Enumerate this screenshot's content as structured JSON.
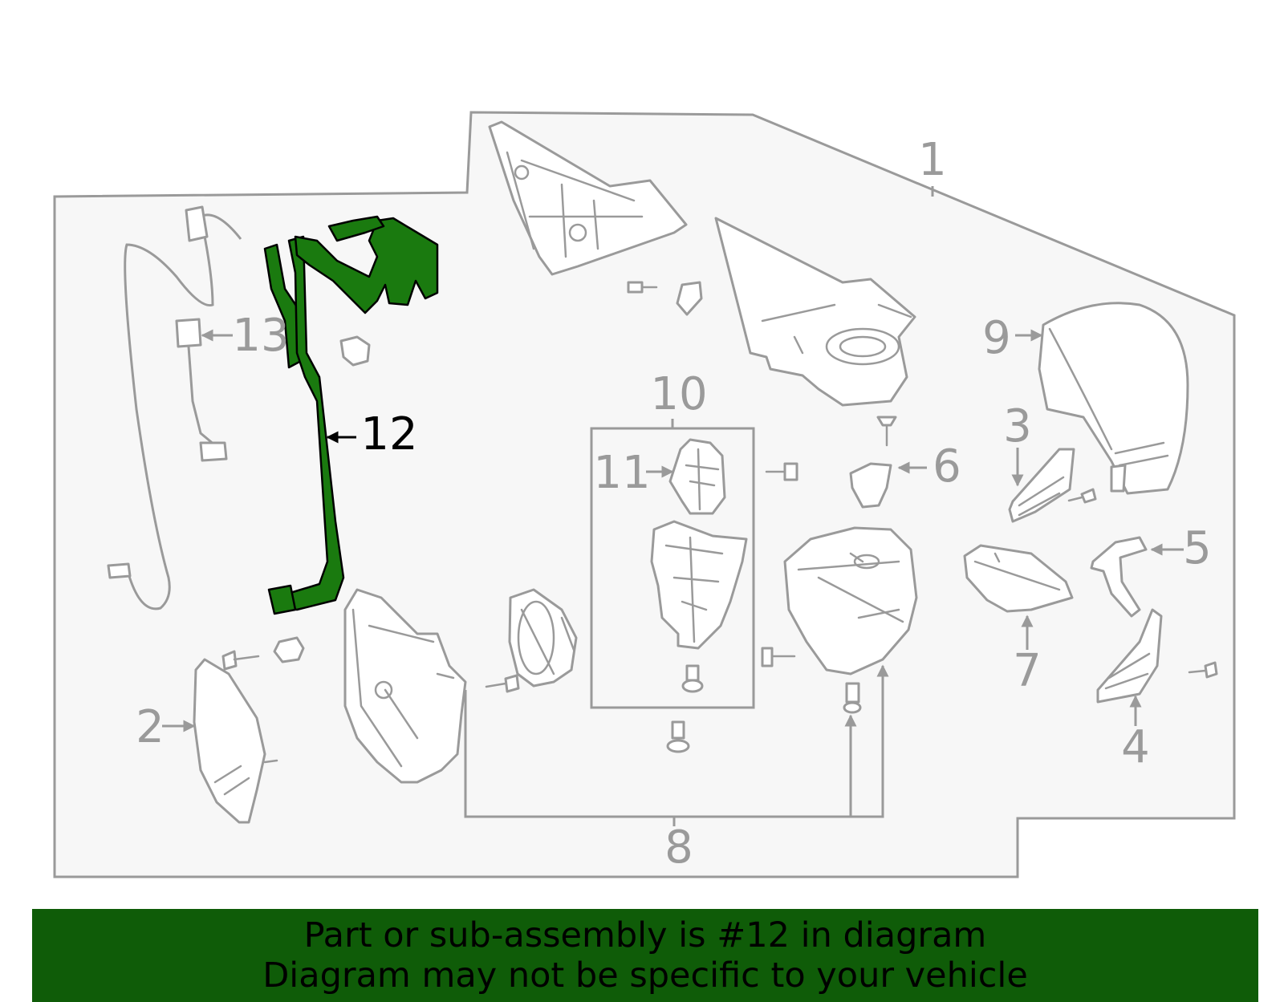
{
  "callouts": {
    "c1": "1",
    "c2": "2",
    "c3": "3",
    "c4": "4",
    "c5": "5",
    "c6": "6",
    "c7": "7",
    "c8": "8",
    "c9": "9",
    "c10": "10",
    "c11": "11",
    "c12": "12",
    "c13": "13"
  },
  "highlight_color": "#1a7a0f",
  "banner": {
    "line1": "Part or sub-assembly is #12 in diagram",
    "line2": "Diagram may not be specific to your vehicle",
    "background": "#0f5c08"
  }
}
